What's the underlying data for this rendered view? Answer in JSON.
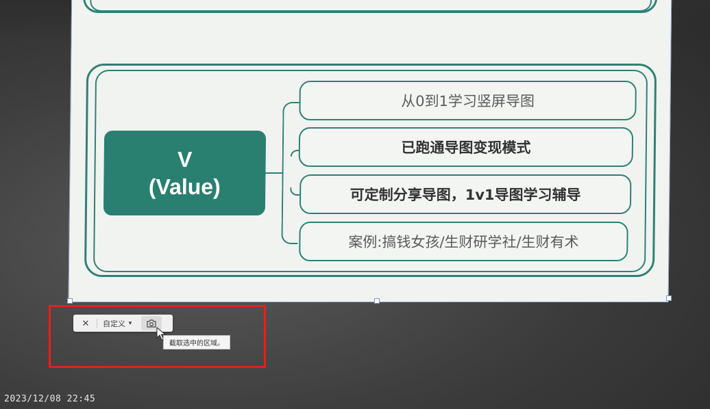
{
  "document": {
    "v_box": {
      "line1": "V",
      "line2": "(Value)"
    },
    "branches": [
      {
        "label": "从0到1学习竖屏导图",
        "bold": false
      },
      {
        "label": "已跑通导图变现模式",
        "bold": true
      },
      {
        "label": "可定制分享导图，1v1导图学习辅导",
        "bold": true
      },
      {
        "label": "案例:搞钱女孩/生财研学社/生财有术",
        "bold": false
      }
    ],
    "accent_color": "#2d8175"
  },
  "capture_toolbar": {
    "close_icon": "close-icon",
    "mode_label": "自定义",
    "mode_icon": "chevron-down-icon",
    "capture_icon": "camera-icon",
    "tooltip": "截取选中的区域。"
  },
  "timestamp": "2023/12/08 22:45",
  "highlight_color": "#e3211c"
}
